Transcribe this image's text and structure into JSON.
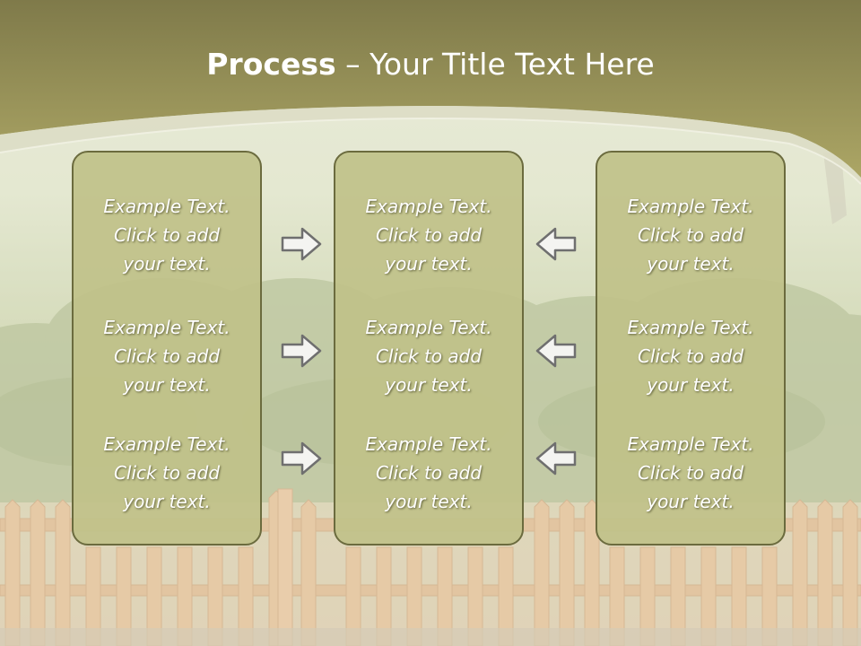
{
  "title": {
    "bold": "Process",
    "rest": " – Your Title Text Here"
  },
  "colors": {
    "header": "#a9a35f",
    "box_fill": "#c0c189",
    "box_border": "#6b6b3e",
    "arrow_fill": "#f4f4f1",
    "arrow_stroke": "#6f6f6f"
  },
  "columns": [
    {
      "blocks": [
        {
          "line1": "Example Text.",
          "line2": "Click  to add",
          "line3": "your text."
        },
        {
          "line1": "Example Text.",
          "line2": "Click  to add",
          "line3": "your text."
        },
        {
          "line1": "Example Text.",
          "line2": "Click  to add",
          "line3": "your text."
        }
      ]
    },
    {
      "blocks": [
        {
          "line1": "Example Text.",
          "line2": "Click  to add",
          "line3": "your text."
        },
        {
          "line1": "Example Text.",
          "line2": "Click  to add",
          "line3": "your text."
        },
        {
          "line1": "Example Text.",
          "line2": "Click  to add",
          "line3": "your text."
        }
      ]
    },
    {
      "blocks": [
        {
          "line1": "Example Text.",
          "line2": "Click  to add",
          "line3": "your text."
        },
        {
          "line1": "Example Text.",
          "line2": "Click  to add",
          "line3": "your text."
        },
        {
          "line1": "Example Text.",
          "line2": "Click  to add",
          "line3": "your text."
        }
      ]
    }
  ],
  "arrows": {
    "left": [
      "right-arrow-icon",
      "right-arrow-icon",
      "right-arrow-icon"
    ],
    "right": [
      "left-arrow-icon",
      "left-arrow-icon",
      "left-arrow-icon"
    ]
  }
}
